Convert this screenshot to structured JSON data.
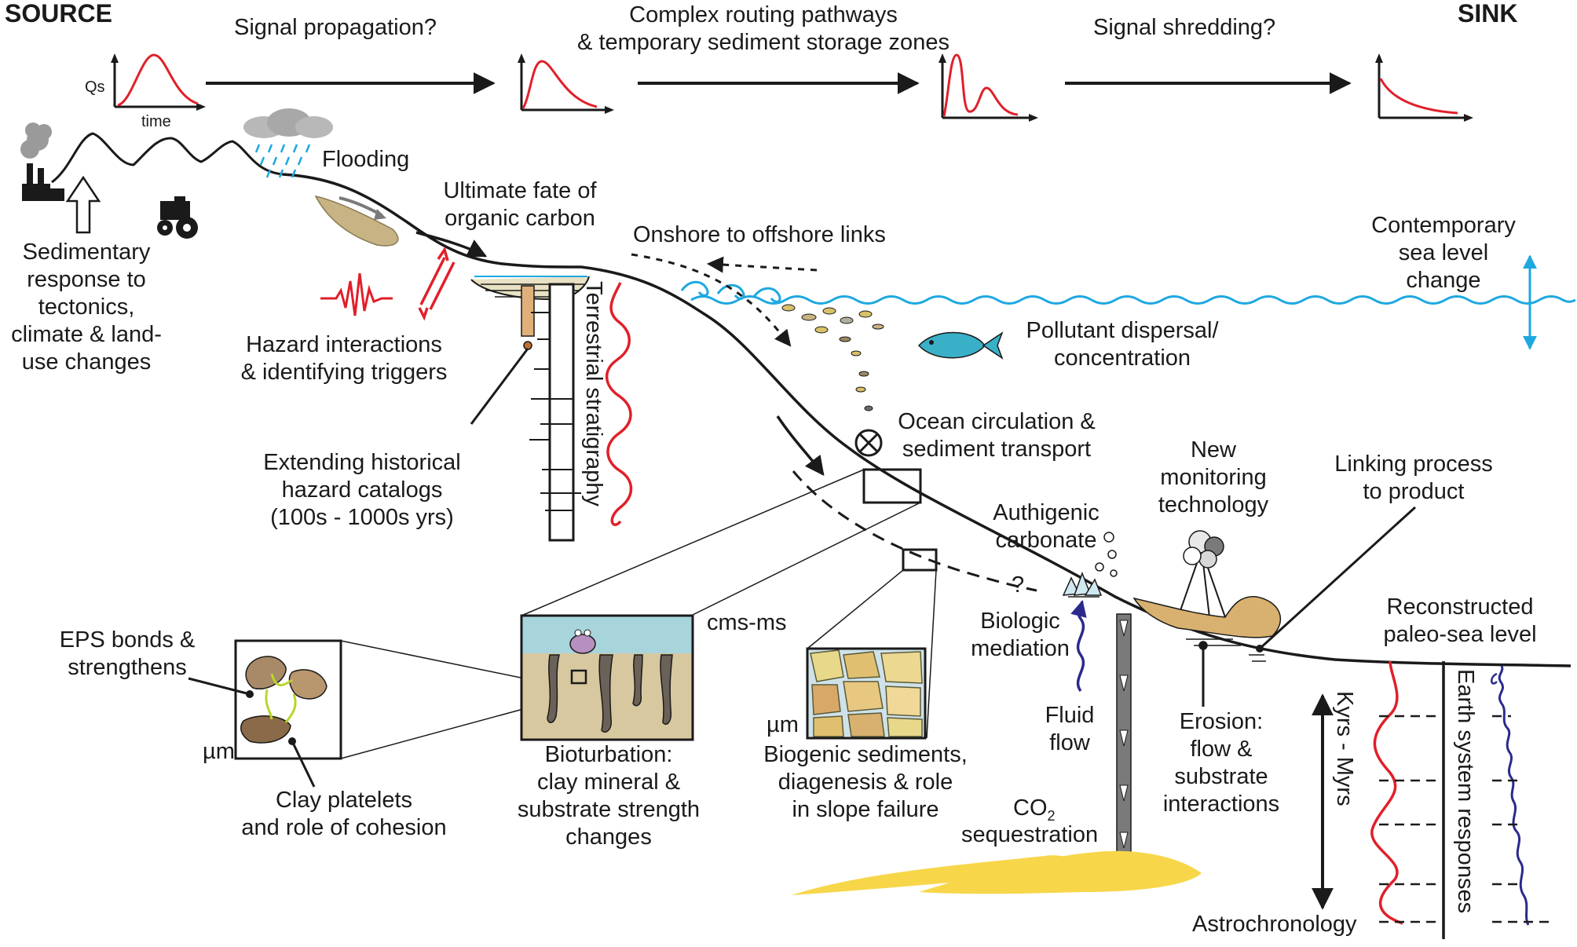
{
  "header": {
    "source": "SOURCE",
    "sink": "SINK",
    "signal_propagation": "Signal propagation?",
    "routing": "Complex routing pathways\n& temporary sediment storage zones",
    "shredding": "Signal shredding?",
    "qs_axis": "Qs",
    "time_axis": "time"
  },
  "labels": {
    "flooding": "Flooding",
    "organic_carbon": "Ultimate fate of\norganic carbon",
    "onshore_offshore": "Onshore to offshore links",
    "sea_level_change": "Contemporary\nsea level\nchange",
    "sedimentary_response": "Sedimentary\nresponse to\ntectonics,\nclimate & land-\nuse changes",
    "hazard_interactions": "Hazard interactions\n& identifying triggers",
    "terrestrial_stratigraphy": "Terrestrial stratigraphy",
    "pollutant": "Pollutant dispersal/\nconcentration",
    "ocean_circulation": "Ocean circulation &\nsediment transport",
    "historical_catalogs": "Extending historical\nhazard catalogs\n(100s - 1000s yrs)",
    "new_monitoring": "New\nmonitoring\ntechnology",
    "linking_process": "Linking process\nto product",
    "authigenic": "Authigenic\ncarbonate",
    "cms_ms": "cms-ms",
    "reconstructed_sea_level": "Reconstructed\npaleo-sea level",
    "biologic_mediation": "Biologic\nmediation",
    "eps_bonds": "EPS bonds &\nstrengthens",
    "um_left": "µm",
    "um_mid": "µm",
    "fluid_flow": "Fluid\nflow",
    "erosion": "Erosion:\nflow &\nsubstrate\ninteractions",
    "kyrs_myrs": "Kyrs - Myrs",
    "earth_system": "Earth system responses",
    "bioturbation": "Bioturbation:\nclay mineral &\nsubstrate strength\nchanges",
    "biogenic": "Biogenic sediments,\ndiagenesis & role\nin slope failure",
    "clay_platelets": "Clay platelets\nand role of cohesion",
    "co2": "CO",
    "co2_sub": "2",
    "sequestration": "sequestration",
    "astrochronology": "Astrochronology",
    "question_mark": "?"
  },
  "colors": {
    "signal_red": "#e0202a",
    "sea_blue": "#1ea8e0",
    "fluid_navy": "#2b2a8c",
    "sand_yellow": "#f7d64a",
    "eps_green": "#b9d62a",
    "sediment_tan": "#c8b384",
    "fish_teal": "#3ab0c8"
  }
}
